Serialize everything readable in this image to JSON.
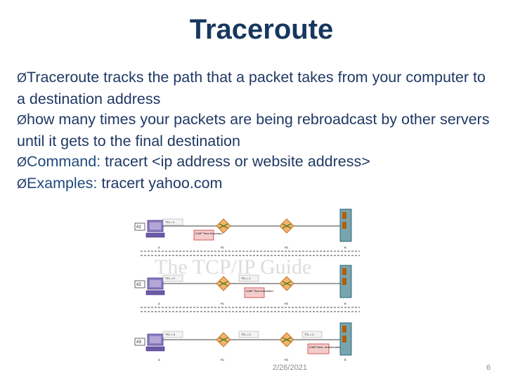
{
  "slide": {
    "title": "Traceroute",
    "bullets": [
      {
        "marker": "Ø",
        "text": "Traceroute tracks the path that a packet takes from your computer to a destination address"
      },
      {
        "marker": "Ø",
        "text": "how many times your packets are being rebroadcast by other servers until it gets to the final destination"
      },
      {
        "marker": "Ø",
        "label": "Command: ",
        "text": "tracert <ip address or website address>"
      },
      {
        "marker": "Ø",
        "label": "Examples: ",
        "text": "tracert yahoo.com"
      }
    ],
    "footer": {
      "date": "2/26/2021",
      "page": "6"
    }
  },
  "figure": {
    "watermark": "The TCP/IP Guide",
    "node_labels": [
      "A",
      "R1",
      "R2",
      "B"
    ],
    "rows": [
      {
        "tag": "#1",
        "ttl_labels": [
          "TTL = 1"
        ],
        "message": "ICMP Time Exceeded"
      },
      {
        "tag": "#2",
        "ttl_labels": [
          "TTL = 2",
          "TTL = 1"
        ],
        "message": "ICMP Time Exceeded"
      },
      {
        "tag": "#3",
        "ttl_labels": [
          "TTL = 3",
          "TTL = 2",
          "TTL = 1"
        ],
        "message": "ICMP Dest. Unreachable"
      }
    ]
  }
}
